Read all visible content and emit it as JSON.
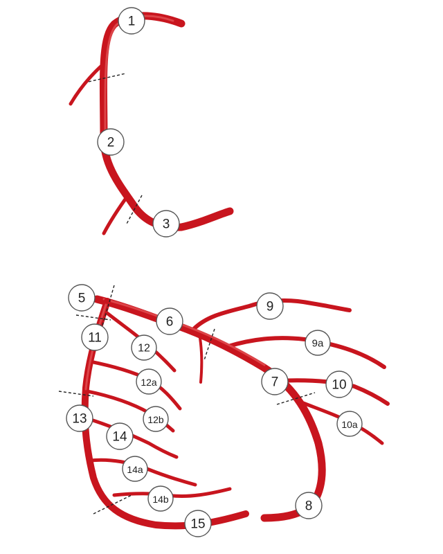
{
  "colors": {
    "vessel": "#c8151e",
    "highlight": "#ef6b6b",
    "badge_fill": "#ffffff",
    "badge_stroke": "#555555",
    "cut_line": "#222222"
  },
  "segments": [
    {
      "id": "seg-1",
      "label": "1"
    },
    {
      "id": "seg-2",
      "label": "2"
    },
    {
      "id": "seg-3",
      "label": "3"
    },
    {
      "id": "seg-5",
      "label": "5"
    },
    {
      "id": "seg-6",
      "label": "6"
    },
    {
      "id": "seg-7",
      "label": "7"
    },
    {
      "id": "seg-8",
      "label": "8"
    },
    {
      "id": "seg-9",
      "label": "9"
    },
    {
      "id": "seg-9a",
      "label": "9a"
    },
    {
      "id": "seg-10",
      "label": "10"
    },
    {
      "id": "seg-10a",
      "label": "10a"
    },
    {
      "id": "seg-11",
      "label": "11"
    },
    {
      "id": "seg-12",
      "label": "12"
    },
    {
      "id": "seg-12a",
      "label": "12a"
    },
    {
      "id": "seg-12b",
      "label": "12b"
    },
    {
      "id": "seg-13",
      "label": "13"
    },
    {
      "id": "seg-14",
      "label": "14"
    },
    {
      "id": "seg-14a",
      "label": "14a"
    },
    {
      "id": "seg-14b",
      "label": "14b"
    },
    {
      "id": "seg-15",
      "label": "15"
    }
  ]
}
